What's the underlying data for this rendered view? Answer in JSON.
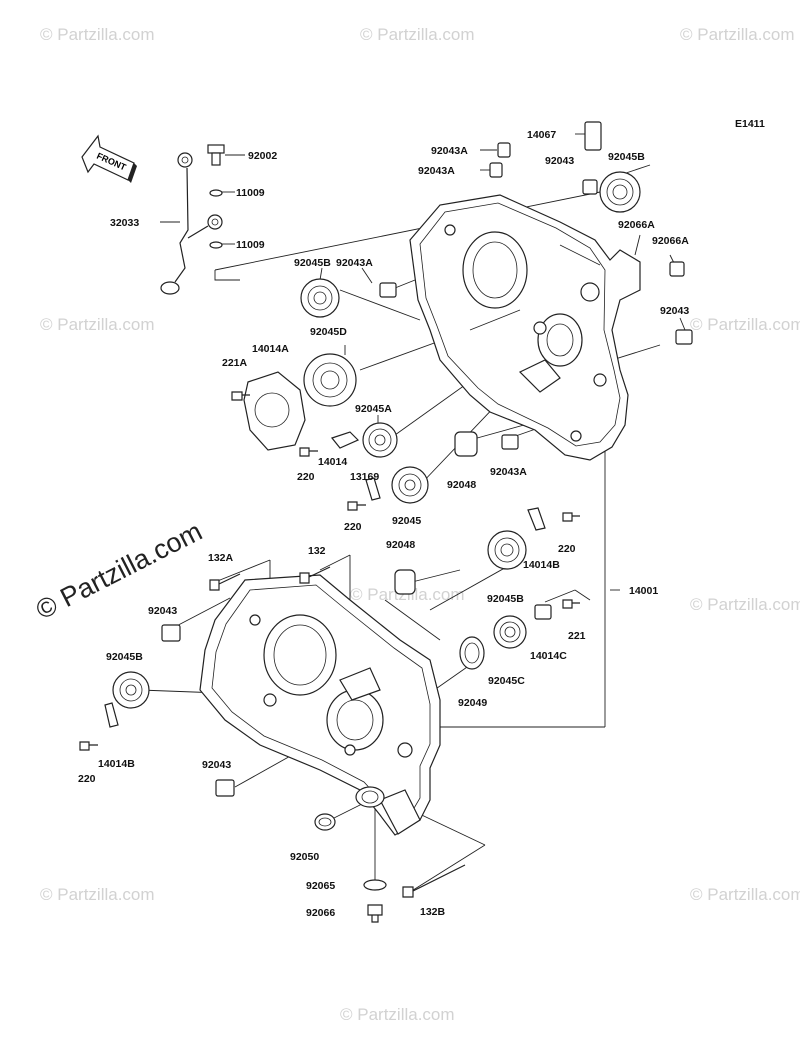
{
  "diagram": {
    "code": "E1411",
    "front_label": "FRONT",
    "watermark_big": "© Partzilla.com",
    "watermark_small": "© Partzilla.com"
  },
  "callouts": [
    {
      "id": "92002",
      "text": "92002"
    },
    {
      "id": "11009a",
      "text": "11009"
    },
    {
      "id": "32033",
      "text": "32033"
    },
    {
      "id": "11009b",
      "text": "11009"
    },
    {
      "id": "92043Aa",
      "text": "92043A"
    },
    {
      "id": "92043Ab",
      "text": "92043A"
    },
    {
      "id": "14067",
      "text": "14067"
    },
    {
      "id": "92043a",
      "text": "92043"
    },
    {
      "id": "92045Ba",
      "text": "92045B"
    },
    {
      "id": "92066Aa",
      "text": "92066A"
    },
    {
      "id": "92066Ab",
      "text": "92066A"
    },
    {
      "id": "92045Bb",
      "text": "92045B"
    },
    {
      "id": "92043Ac",
      "text": "92043A"
    },
    {
      "id": "92043b",
      "text": "92043"
    },
    {
      "id": "92045D",
      "text": "92045D"
    },
    {
      "id": "14014A",
      "text": "14014A"
    },
    {
      "id": "221A",
      "text": "221A"
    },
    {
      "id": "92045A",
      "text": "92045A"
    },
    {
      "id": "14014",
      "text": "14014"
    },
    {
      "id": "220a",
      "text": "220"
    },
    {
      "id": "13169",
      "text": "13169"
    },
    {
      "id": "92048a",
      "text": "92048"
    },
    {
      "id": "92043Ad",
      "text": "92043A"
    },
    {
      "id": "220b",
      "text": "220"
    },
    {
      "id": "92045",
      "text": "92045"
    },
    {
      "id": "220c",
      "text": "220"
    },
    {
      "id": "132A",
      "text": "132A"
    },
    {
      "id": "132",
      "text": "132"
    },
    {
      "id": "92048b",
      "text": "92048"
    },
    {
      "id": "14014B_a",
      "text": "14014B"
    },
    {
      "id": "92043c",
      "text": "92043"
    },
    {
      "id": "92045Bc",
      "text": "92045B"
    },
    {
      "id": "14001",
      "text": "14001"
    },
    {
      "id": "221",
      "text": "221"
    },
    {
      "id": "14014C",
      "text": "14014C"
    },
    {
      "id": "92045Bd",
      "text": "92045B"
    },
    {
      "id": "92049",
      "text": "92049"
    },
    {
      "id": "92045C",
      "text": "92045C"
    },
    {
      "id": "14014B_b",
      "text": "14014B"
    },
    {
      "id": "220d",
      "text": "220"
    },
    {
      "id": "92043d",
      "text": "92043"
    },
    {
      "id": "92050",
      "text": "92050"
    },
    {
      "id": "92065",
      "text": "92065"
    },
    {
      "id": "132B",
      "text": "132B"
    },
    {
      "id": "92066",
      "text": "92066"
    }
  ]
}
